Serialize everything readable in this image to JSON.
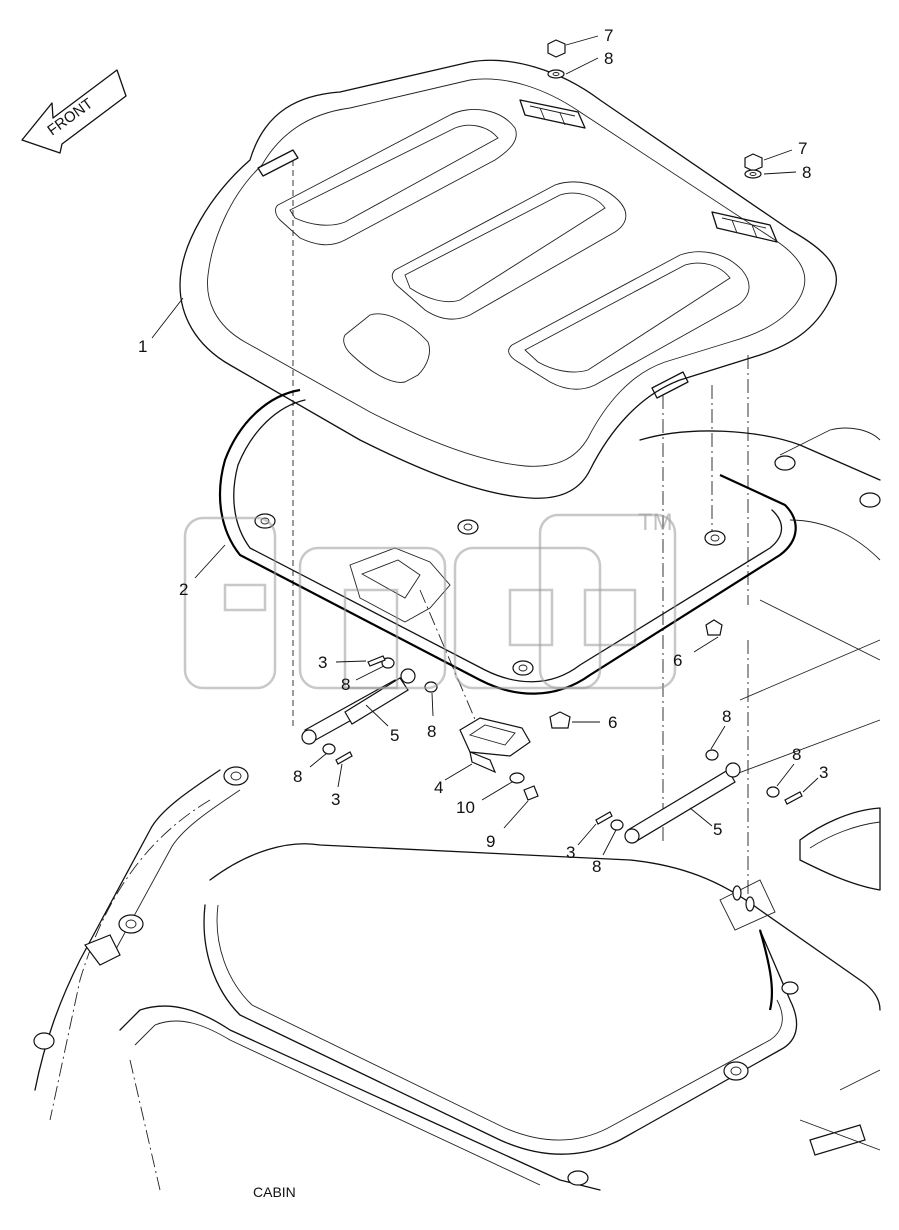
{
  "diagram": {
    "caption": "CABIN",
    "front_label": "FRONT",
    "watermark_mark": "TM",
    "callouts": [
      {
        "id": "c-7a",
        "label": "7"
      },
      {
        "id": "c-8a",
        "label": "8"
      },
      {
        "id": "c-7b",
        "label": "7"
      },
      {
        "id": "c-8b",
        "label": "8"
      },
      {
        "id": "c-1",
        "label": "1"
      },
      {
        "id": "c-2",
        "label": "2"
      },
      {
        "id": "c-3a",
        "label": "3"
      },
      {
        "id": "c-8c",
        "label": "8"
      },
      {
        "id": "c-5a",
        "label": "5"
      },
      {
        "id": "c-8d",
        "label": "8"
      },
      {
        "id": "c-8e",
        "label": "8"
      },
      {
        "id": "c-3b",
        "label": "3"
      },
      {
        "id": "c-6a",
        "label": "6"
      },
      {
        "id": "c-6b",
        "label": "6"
      },
      {
        "id": "c-4",
        "label": "4"
      },
      {
        "id": "c-10",
        "label": "10"
      },
      {
        "id": "c-9",
        "label": "9"
      },
      {
        "id": "c-8f",
        "label": "8"
      },
      {
        "id": "c-8g",
        "label": "8"
      },
      {
        "id": "c-3c",
        "label": "3"
      },
      {
        "id": "c-5b",
        "label": "5"
      },
      {
        "id": "c-3d",
        "label": "3"
      },
      {
        "id": "c-8h",
        "label": "8"
      }
    ]
  }
}
